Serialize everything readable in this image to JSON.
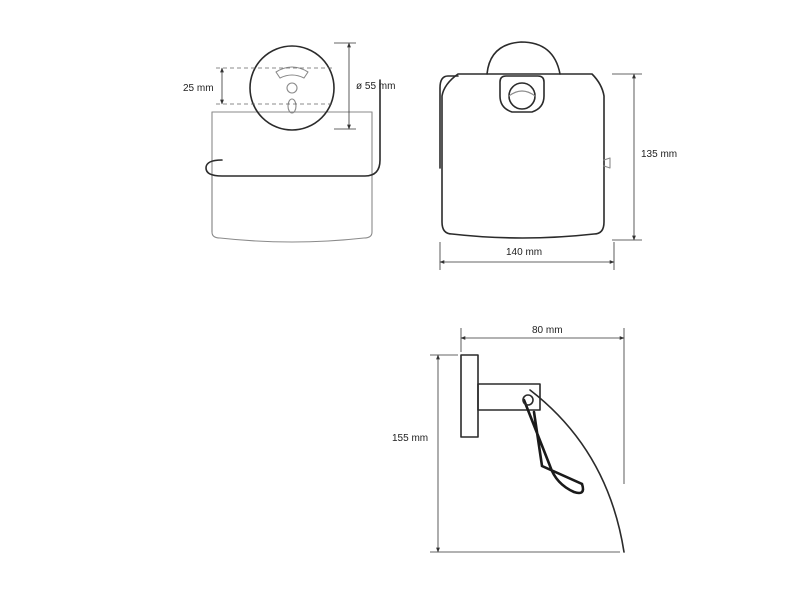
{
  "dimensions": {
    "hole_spacing": "25 mm",
    "rosette_diameter": "ø 55 mm",
    "height_front": "135 mm",
    "width_front": "140 mm",
    "depth_side": "80 mm",
    "height_side": "155 mm"
  }
}
